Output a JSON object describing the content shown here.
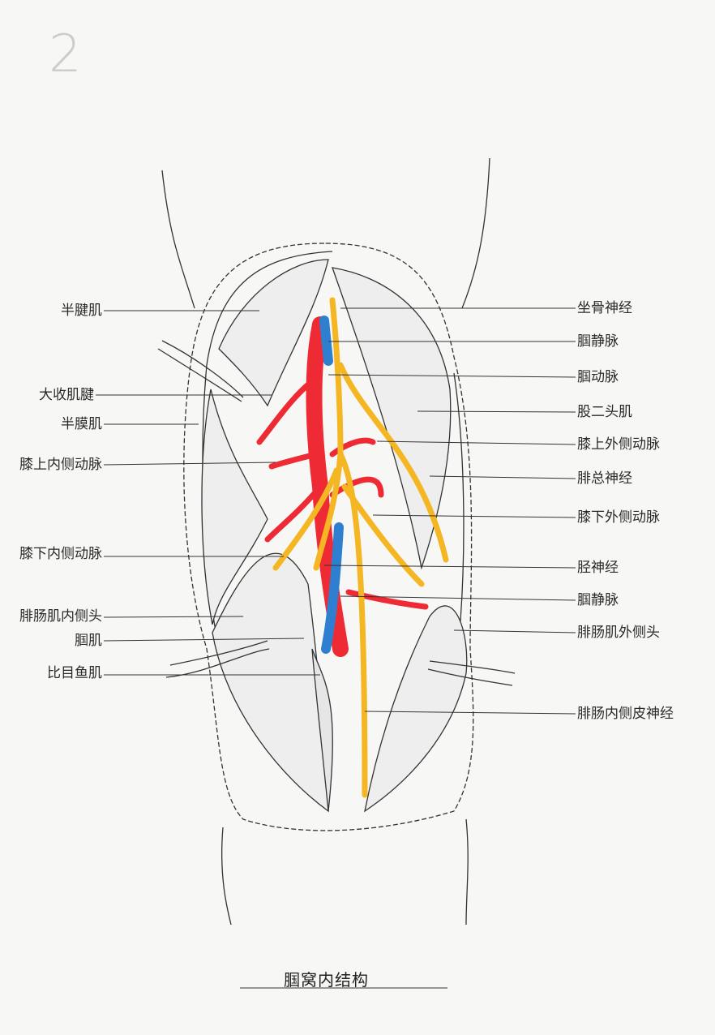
{
  "page_number": "2",
  "title": "腘窝内结构",
  "labels_left": [
    "半腱肌",
    "大收肌腱",
    "半膜肌",
    "膝上内侧动脉",
    "膝下内侧动脉",
    "腓肠肌内侧头",
    "腘肌",
    "比目鱼肌"
  ],
  "labels_right": [
    "坐骨神经",
    "腘静脉",
    "腘动脉",
    "股二头肌",
    "膝上外侧动脉",
    "腓总神经",
    "膝下外侧动脉",
    "胫神经",
    "腘静脉",
    "腓肠肌外侧头",
    "腓肠内侧皮神经"
  ],
  "colors": {
    "artery": "#ee2b35",
    "vein": "#2f7fd0",
    "nerve": "#f4b623",
    "line": "#333333"
  }
}
